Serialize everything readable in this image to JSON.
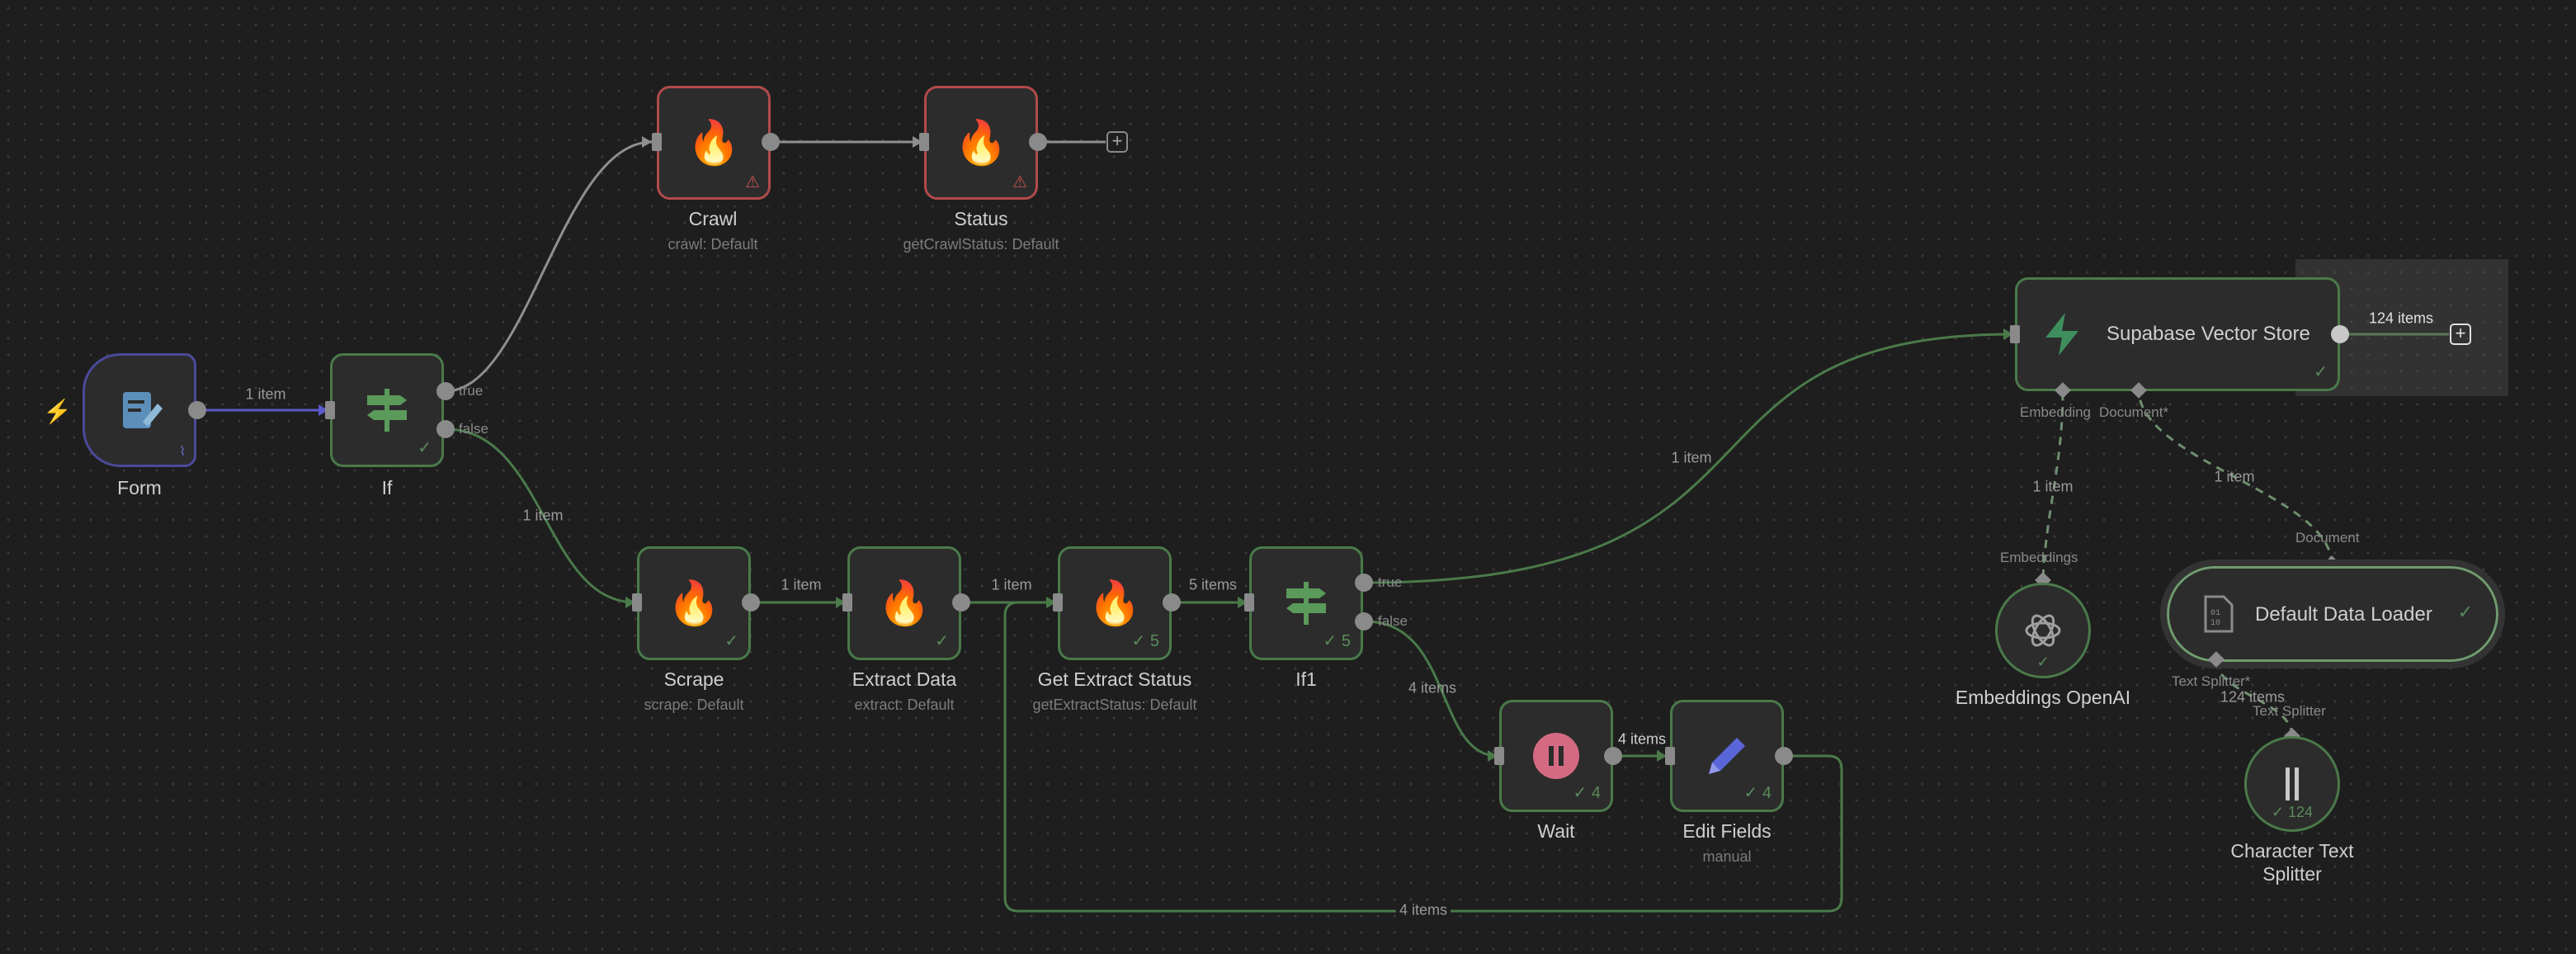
{
  "nodes": {
    "form": {
      "label": "Form",
      "icon": "form-icon"
    },
    "if": {
      "label": "If",
      "icon": "signpost-icon",
      "out_true": "true",
      "out_false": "false"
    },
    "crawl": {
      "label": "Crawl",
      "sub": "crawl: Default",
      "icon": "firecrawl-icon"
    },
    "status": {
      "label": "Status",
      "sub": "getCrawlStatus: Default",
      "icon": "firecrawl-icon"
    },
    "scrape": {
      "label": "Scrape",
      "sub": "scrape: Default",
      "icon": "firecrawl-icon"
    },
    "extract": {
      "label": "Extract Data",
      "sub": "extract: Default",
      "icon": "firecrawl-icon"
    },
    "getextract": {
      "label": "Get Extract Status",
      "sub": "getExtractStatus: Default",
      "icon": "firecrawl-icon",
      "count": "5"
    },
    "if1": {
      "label": "If1",
      "icon": "signpost-icon",
      "count": "5",
      "out_true": "true",
      "out_false": "false"
    },
    "wait": {
      "label": "Wait",
      "icon": "pause-icon",
      "count": "4"
    },
    "editfields": {
      "label": "Edit Fields",
      "sub": "manual",
      "icon": "pencil-icon",
      "count": "4"
    },
    "supabase": {
      "label": "Supabase Vector Store",
      "icon": "supabase-icon",
      "in_embedding": "Embedding",
      "in_document": "Document*"
    },
    "embeddings": {
      "label": "Embeddings OpenAI",
      "icon": "openai-icon",
      "port": "Embeddings"
    },
    "loader": {
      "label": "Default Data Loader",
      "icon": "binary-file-icon",
      "port_document": "Document",
      "port_splitter": "Text Splitter*"
    },
    "splitter": {
      "label_line1": "Character Text",
      "label_line2": "Splitter",
      "icon": "splitter-icon",
      "port": "Text Splitter",
      "count": "124"
    }
  },
  "edges": {
    "form_if": "1 item",
    "if_scrape": "1 item",
    "scrape_extract": "1 item",
    "extract_getextract": "1 item",
    "getextract_if1": "5 items",
    "if1_wait": "4 items",
    "wait_edit": "4 items",
    "loop": "4 items",
    "if1_supabase": "1 item",
    "supabase_out": "124 items",
    "emb_supabase": "1 item",
    "loader_supabase": "1 item",
    "splitter_loader": "124 items"
  }
}
